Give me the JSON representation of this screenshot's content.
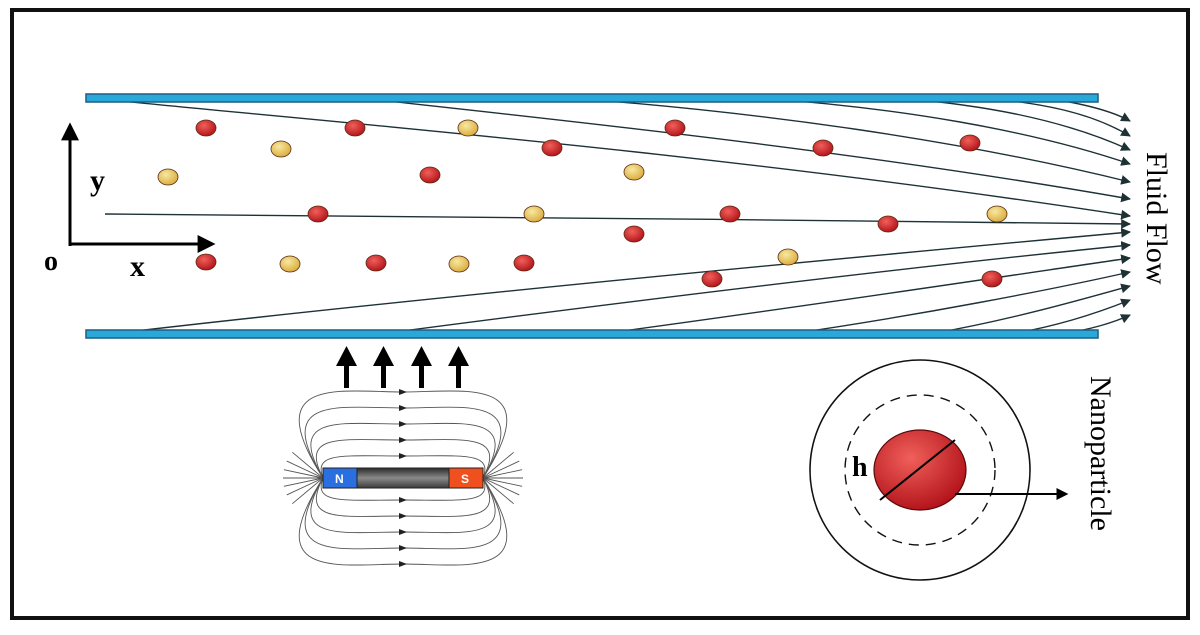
{
  "labels": {
    "y_axis": "y",
    "x_axis": "x",
    "origin": "o",
    "fluid_flow": "Fluid Flow",
    "nanoparticle": "Nanoparticle",
    "h": "h",
    "magnet_north": "N",
    "magnet_south": "S"
  },
  "colors": {
    "wall": "#2aa8d8",
    "wall_stroke": "#1b5f86",
    "streamline": "#1e3236",
    "particle_red": "#c8161e",
    "particle_yellow": "#e3bf55",
    "magnet_north": "#2a6fe0",
    "magnet_south": "#f0501e",
    "magnet_body": "#6d6d6d",
    "nanoparticle_core": "#c8161e"
  },
  "icons": [
    "axis-arrow-icon",
    "field-arrow-icon",
    "bar-magnet-icon",
    "streamline-arrowhead-icon"
  ]
}
